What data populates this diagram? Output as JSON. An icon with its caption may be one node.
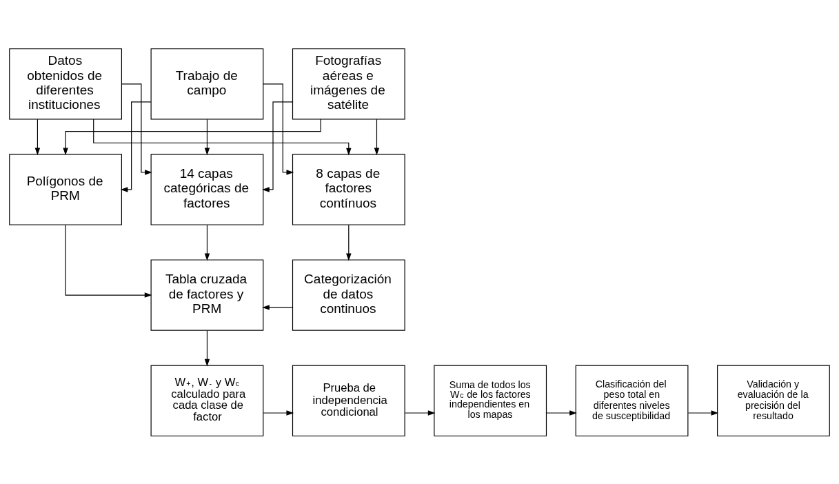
{
  "diagram": {
    "nodes": [
      {
        "text": [
          "Datos obtenidos de diferentes instituciones"
        ]
      },
      {
        "text": [
          "Trabajo de campo"
        ]
      },
      {
        "text": [
          "Fotografías aéreas e imágenes de satélite"
        ]
      },
      {
        "text": [
          "Polígonos de PRM"
        ]
      },
      {
        "text": [
          "14 capas categóricas de factores"
        ]
      },
      {
        "text": [
          "8 capas de factores contínuos"
        ]
      },
      {
        "text": [
          "Tabla cruzada de factores y PRM"
        ]
      },
      {
        "text": [
          "Categorización de datos continuos"
        ]
      },
      {
        "text": [
          "W$^{+}$, W$^{-}$ y W$_{c}$ calculado para cada clase de factor"
        ]
      },
      {
        "text": [
          "Prueba de independencia condicional"
        ]
      },
      {
        "text": [
          "Suma de todos los W$_{c}$ de los factores independientes en los mapas"
        ]
      },
      {
        "text": [
          "Clasificación del peso total en diferentes niveles de susceptibilidad"
        ]
      },
      {
        "text": [
          "Validación y evaluación de la precisión del resultado"
        ]
      }
    ],
    "edges": [
      {
        "from": 0,
        "to": 3,
        "arrow": "to"
      },
      {
        "from": 0,
        "to": 4,
        "arrow": "to"
      },
      {
        "from": 0,
        "to": 5,
        "arrow": "to"
      },
      {
        "from": 1,
        "to": 3,
        "arrow": "to"
      },
      {
        "from": 1,
        "to": 4,
        "arrow": "to"
      },
      {
        "from": 1,
        "to": 5,
        "arrow": "to"
      },
      {
        "from": 2,
        "to": 3,
        "arrow": "to"
      },
      {
        "from": 2,
        "to": 4,
        "arrow": "to"
      },
      {
        "from": 2,
        "to": 5,
        "arrow": "to"
      },
      {
        "from": 3,
        "to": 6,
        "arrow": "to"
      },
      {
        "from": 4,
        "to": 6,
        "arrow": "to"
      },
      {
        "from": 5,
        "to": 7,
        "arrow": "to"
      },
      {
        "from": 7,
        "to": 6,
        "arrow": "to"
      },
      {
        "from": 6,
        "to": 8,
        "arrow": "to"
      },
      {
        "from": 8,
        "to": 9,
        "arrow": "to"
      },
      {
        "from": 9,
        "to": 10,
        "arrow": "to"
      },
      {
        "from": 10,
        "to": 11,
        "arrow": "to"
      },
      {
        "from": 11,
        "to": 12,
        "arrow": "to"
      }
    ]
  }
}
